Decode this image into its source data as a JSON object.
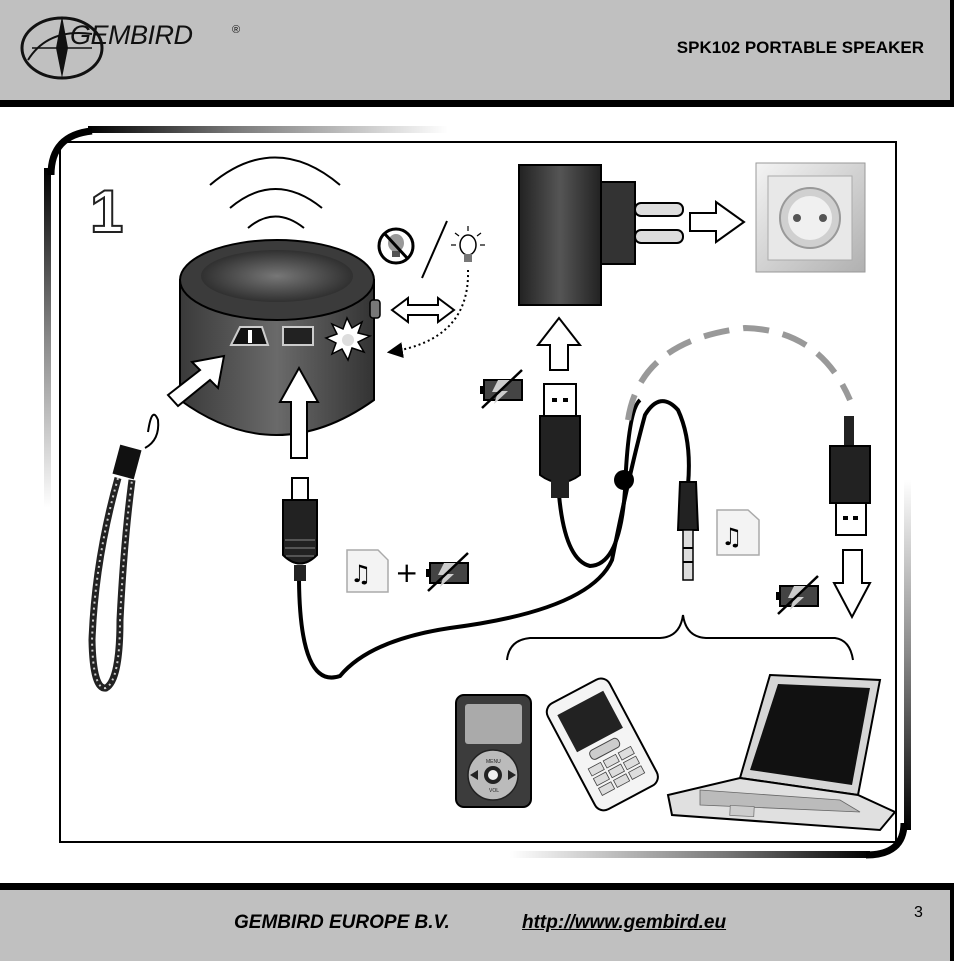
{
  "header": {
    "brand": "GEMBIRD",
    "registered_mark": "®",
    "title": "SPK102 PORTABLE SPEAKER"
  },
  "figure": {
    "step_number": "1",
    "device_labels": {
      "menu": "MENU",
      "vol": "VOL"
    }
  },
  "footer": {
    "company": "GEMBIRD EUROPE B.V.",
    "url": "http://www.gembird.eu",
    "page_number": "3"
  },
  "colors": {
    "band_gray": "#c0c0c0",
    "ink": "#000000"
  },
  "icons": [
    "gembird-logo-icon",
    "speaker-icon",
    "sound-waves-icon",
    "no-light-icon",
    "light-bulb-icon",
    "double-arrow-icon",
    "flash-icon",
    "power-adapter-icon",
    "wall-socket-icon",
    "usb-plug-icon",
    "mini-usb-plug-icon",
    "audio-jack-icon",
    "music-note-icon",
    "no-battery-icon",
    "lanyard-icon",
    "brace-icon",
    "mp3-player-icon",
    "mobile-phone-icon",
    "laptop-icon"
  ]
}
